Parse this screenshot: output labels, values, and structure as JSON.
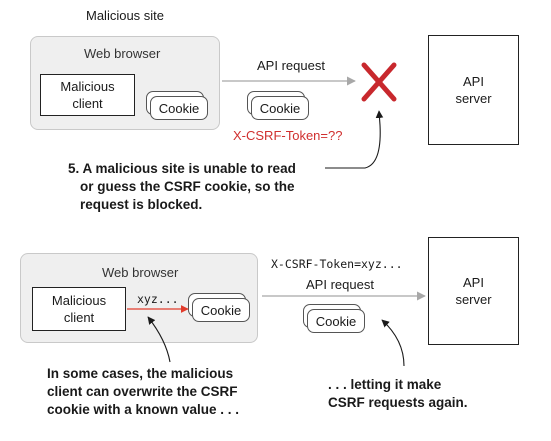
{
  "top": {
    "site_label": "Malicious site",
    "browser_label": "Web browser",
    "client_label": "Malicious client",
    "cookie_in_browser": "Cookie",
    "request_label": "API request",
    "cookie_on_request": "Cookie",
    "token_label": "X-CSRF-Token=??",
    "server_label": "API server",
    "callout": [
      "5. A malicious site is unable to read",
      "or guess the CSRF cookie, so the",
      "request is blocked."
    ]
  },
  "bottom": {
    "browser_label": "Web browser",
    "client_label": "Malicious client",
    "overwrite_value": "xyz...",
    "cookie_in_browser": "Cookie",
    "token_header": "X-CSRF-Token=xyz...",
    "request_label": "API request",
    "cookie_on_request": "Cookie",
    "server_label": "API server",
    "callout_left": [
      "In some cases, the malicious",
      "client can overwrite the CSRF",
      "cookie with a known value . . ."
    ],
    "callout_right": [
      ". . . letting it make",
      "CSRF requests again."
    ]
  },
  "colors": {
    "blocked_cross": "#c8282d",
    "token_text": "#d0302f",
    "overwrite_arrow": "#e23c2c",
    "browser_fill": "#efefef"
  }
}
